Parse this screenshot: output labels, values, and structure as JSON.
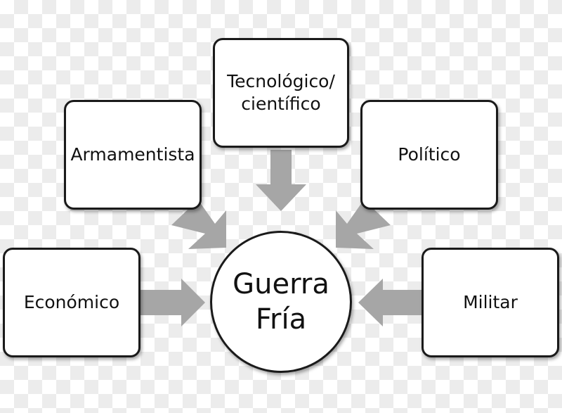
{
  "diagram": {
    "center": {
      "label": "Guerra\nFría"
    },
    "nodes": {
      "tecnologico": "Tecnológico/\ncientífico",
      "armamentista": "Armamentista",
      "politico": "Político",
      "economico": "Económico",
      "militar": "Militar"
    },
    "colors": {
      "arrow": "#a6a6a6",
      "border": "#1a1a1a",
      "box_fill": "#ffffff"
    }
  }
}
